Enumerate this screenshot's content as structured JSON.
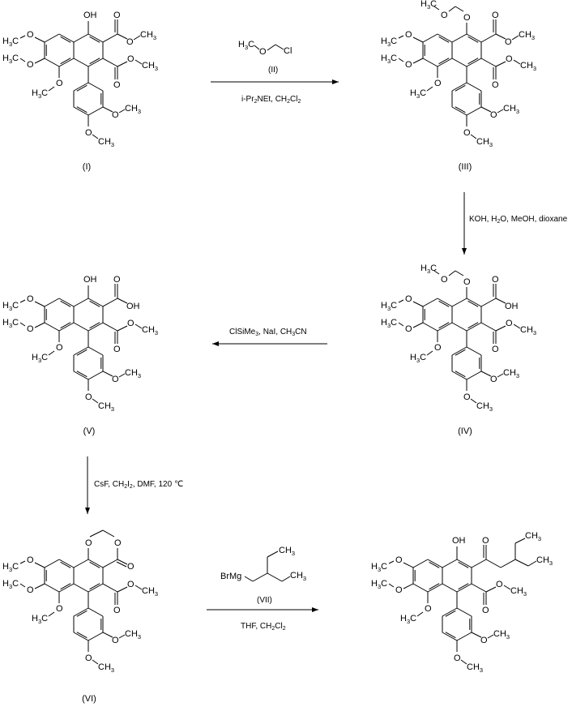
{
  "scheme": {
    "compounds": [
      {
        "id": "I",
        "label": "(I)",
        "substituents": {
          "top": "OH",
          "ester_top": "CO2CH3",
          "ester_bottom": "CO2CH3"
        }
      },
      {
        "id": "III",
        "label": "(III)",
        "substituents": {
          "top": "OCH2OCH3",
          "ester_top": "CO2CH3",
          "ester_bottom": "CO2CH3"
        }
      },
      {
        "id": "IV",
        "label": "(IV)",
        "substituents": {
          "top": "OCH2OCH3",
          "ester_top": "CO2H",
          "ester_bottom": "CO2CH3"
        }
      },
      {
        "id": "V",
        "label": "(V)",
        "substituents": {
          "top": "OH",
          "ester_top": "CO2H",
          "ester_bottom": "CO2CH3"
        }
      },
      {
        "id": "VI",
        "label": "(VI)",
        "substituents": {
          "top": "dioxinone",
          "ester_bottom": "CO2CH3"
        }
      },
      {
        "id": "VIII",
        "label": "",
        "substituents": {
          "top": "OH",
          "ester_top": "C(=O)CH2CH(Et)2",
          "ester_bottom": "CO2CH3"
        }
      }
    ],
    "reagents": [
      {
        "id": "II",
        "label": "(II)",
        "atoms": [
          "H3C",
          "O",
          "Cl"
        ]
      },
      {
        "id": "VII",
        "label": "(VII)",
        "atoms": [
          "BrMg",
          "CH3",
          "CH3"
        ]
      }
    ],
    "arrows": [
      {
        "from": "I",
        "to": "III",
        "direction": "right",
        "above": "(II)",
        "below_parts": [
          "i-Pr",
          "2",
          "NEt, CH",
          "2",
          "Cl",
          "2"
        ]
      },
      {
        "from": "III",
        "to": "IV",
        "direction": "down",
        "side_parts": [
          "KOH, H",
          "2",
          "O, MeOH, dioxane"
        ]
      },
      {
        "from": "IV",
        "to": "V",
        "direction": "left",
        "above_parts": [
          "ClSiMe",
          "3",
          ", NaI, CH",
          "3",
          "CN"
        ]
      },
      {
        "from": "V",
        "to": "VI",
        "direction": "down",
        "side_parts": [
          "CsF, CH",
          "2",
          "I",
          "2",
          ", DMF, 120 ℃"
        ]
      },
      {
        "from": "VI",
        "to": "VIII",
        "direction": "right",
        "above": "(VII)",
        "below_parts": [
          "THF, CH",
          "2",
          "Cl",
          "2"
        ]
      }
    ],
    "atom_labels": {
      "oh": "OH",
      "o": "O",
      "h3c": "H",
      "ch3": "CH",
      "three": "3",
      "c": "C",
      "h": "H"
    }
  }
}
